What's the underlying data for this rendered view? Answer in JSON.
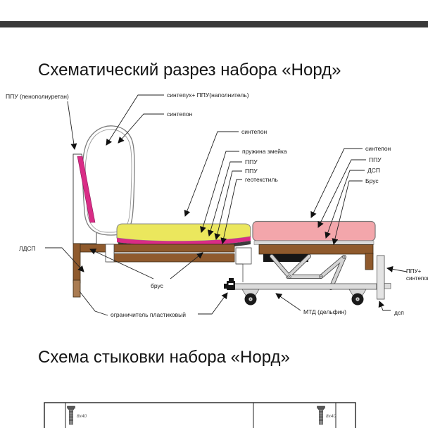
{
  "cross_section": {
    "title": "Схематический разрез набора «Норд»",
    "labels": {
      "ppu_foam": "ППУ (пенополиуретан)",
      "sintepuh_ppu": "синтепух+ ППУ(наполнитель)",
      "sintepon_back": "синтепон",
      "sintepon_seat": "синтепон",
      "spring_snake": "пружина змейка",
      "ppu_a": "ППУ",
      "ppu_b": "ППУ",
      "geotextile": "геотекстиль",
      "sintepon_bed": "синтепон",
      "ppu_bed": "ППУ",
      "dsp_bed": "ДСП",
      "brus_bed": "Брус",
      "ldsp": "ЛДСП",
      "brus_frame": "брус",
      "limiter": "ограничитель пластиковый",
      "mtd": "МТД (дельфин)",
      "ppu_sintepon_l1": "ППУ+",
      "ppu_sintepon_l2": "синтепон",
      "dsp_right": "дсп"
    },
    "colors": {
      "top_bar": "#3a3a3a",
      "cushion_yellow": "#ebe75d",
      "cushion_pink": "#f3a6ab",
      "foam_magenta": "#d92c86",
      "wood": "#8f5a2d",
      "wood_light": "#aa7c52",
      "metal": "#dcdcdc",
      "board_grey": "#d9d9d9",
      "dark_band": "#3c3c3c",
      "mechanism_black": "#161616"
    }
  },
  "join_section": {
    "title": "Схема стыковки набора «Норд»",
    "screws": [
      {
        "size": "8x40"
      },
      {
        "size": "8x40"
      }
    ]
  }
}
